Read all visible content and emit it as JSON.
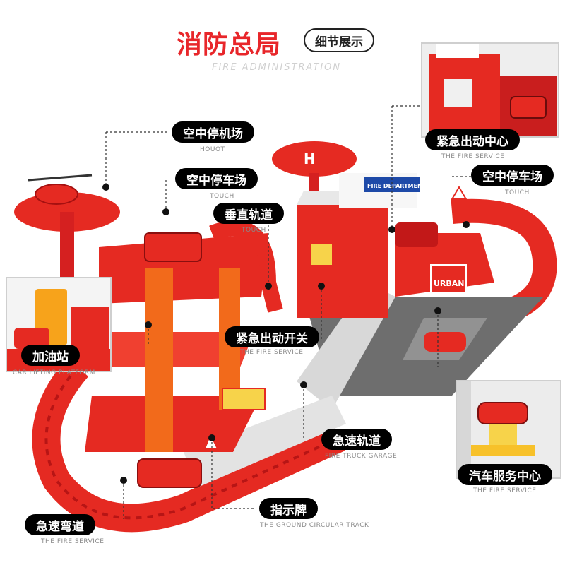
{
  "header": {
    "title": "消防总局",
    "tag": "细节展示",
    "subtitle_en": "FIRE ADMINISTRATION"
  },
  "callouts": [
    {
      "id": "heliport",
      "label": "空中停机场",
      "sub": "HOUOT"
    },
    {
      "id": "sky-parking-left",
      "label": "空中停车场",
      "sub": "TOUCH"
    },
    {
      "id": "vertical-track",
      "label": "垂直轨道",
      "sub": "TOUCH"
    },
    {
      "id": "emergency-center",
      "label": "紧急出动中心",
      "sub": "THE FIRE SERVICE"
    },
    {
      "id": "sky-parking-right",
      "label": "空中停车场",
      "sub": "TOUCH"
    },
    {
      "id": "emergency-switch",
      "label": "紧急出动开关",
      "sub": "THE FIRE SERVICE"
    },
    {
      "id": "gas-station",
      "label": "加油站",
      "sub": "CAR LIFTING PLATFORM"
    },
    {
      "id": "speed-track",
      "label": "急速轨道",
      "sub": "FIRE TRUCK GARAGE"
    },
    {
      "id": "car-service",
      "label": "汽车服务中心",
      "sub": "THE FIRE SERVICE"
    },
    {
      "id": "sign",
      "label": "指示牌",
      "sub": "THE GROUND CIRCULAR TRACK"
    },
    {
      "id": "speed-curve",
      "label": "急速弯道",
      "sub": "THE FIRE SERVICE"
    }
  ],
  "toy_text": {
    "urban_badge": "URBAN",
    "fire_department": "FIRE DEPARTMENT"
  },
  "colors": {
    "brand_red": "#e8262a",
    "toy_red": "#e52a22",
    "track_gray": "#d9d9d9",
    "label_bg": "#000000"
  }
}
